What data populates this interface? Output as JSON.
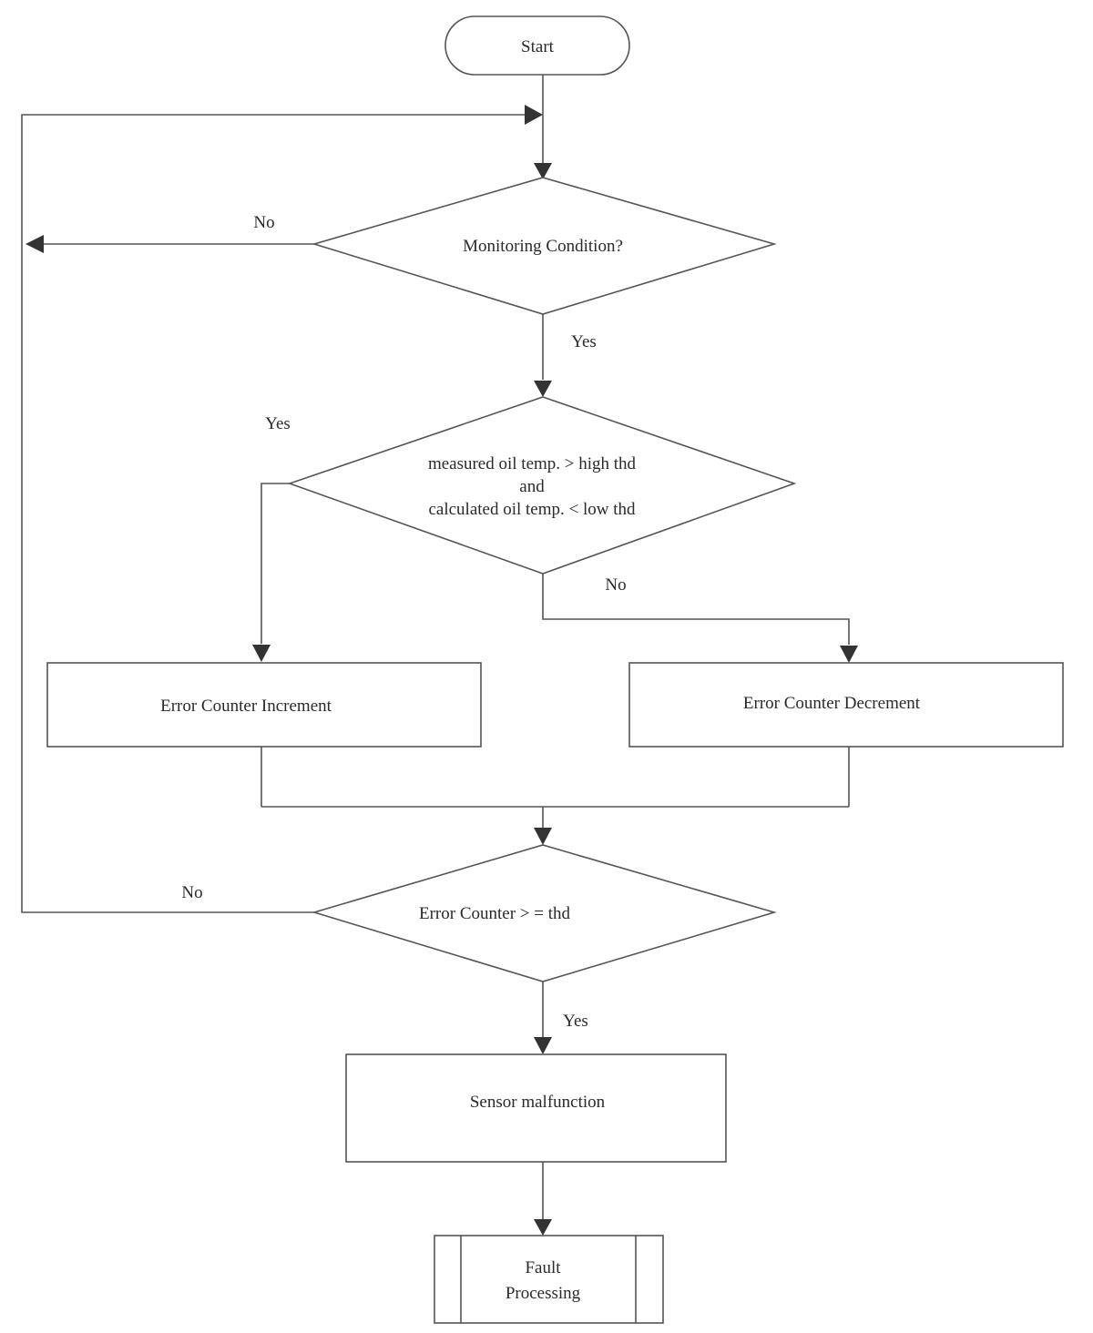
{
  "nodes": {
    "start": "Start",
    "monitoring": "Monitoring Condition?",
    "temp_check": [
      "measured oil temp. > high thd",
      "and",
      "calculated oil temp. < low thd"
    ],
    "increment": "Error Counter Increment",
    "decrement": "Error Counter Decrement",
    "counter_check": "Error Counter > = thd",
    "malfunction": "Sensor malfunction",
    "fault": [
      "Fault",
      "Processing"
    ]
  },
  "edges": {
    "monitoring_no": "No",
    "monitoring_yes": "Yes",
    "temp_yes": "Yes",
    "temp_no": "No",
    "counter_no": "No",
    "counter_yes": "Yes"
  },
  "colors": {
    "stroke": "#555555",
    "arrow": "#333333",
    "text": "#2a2a2a",
    "background": "#ffffff"
  }
}
